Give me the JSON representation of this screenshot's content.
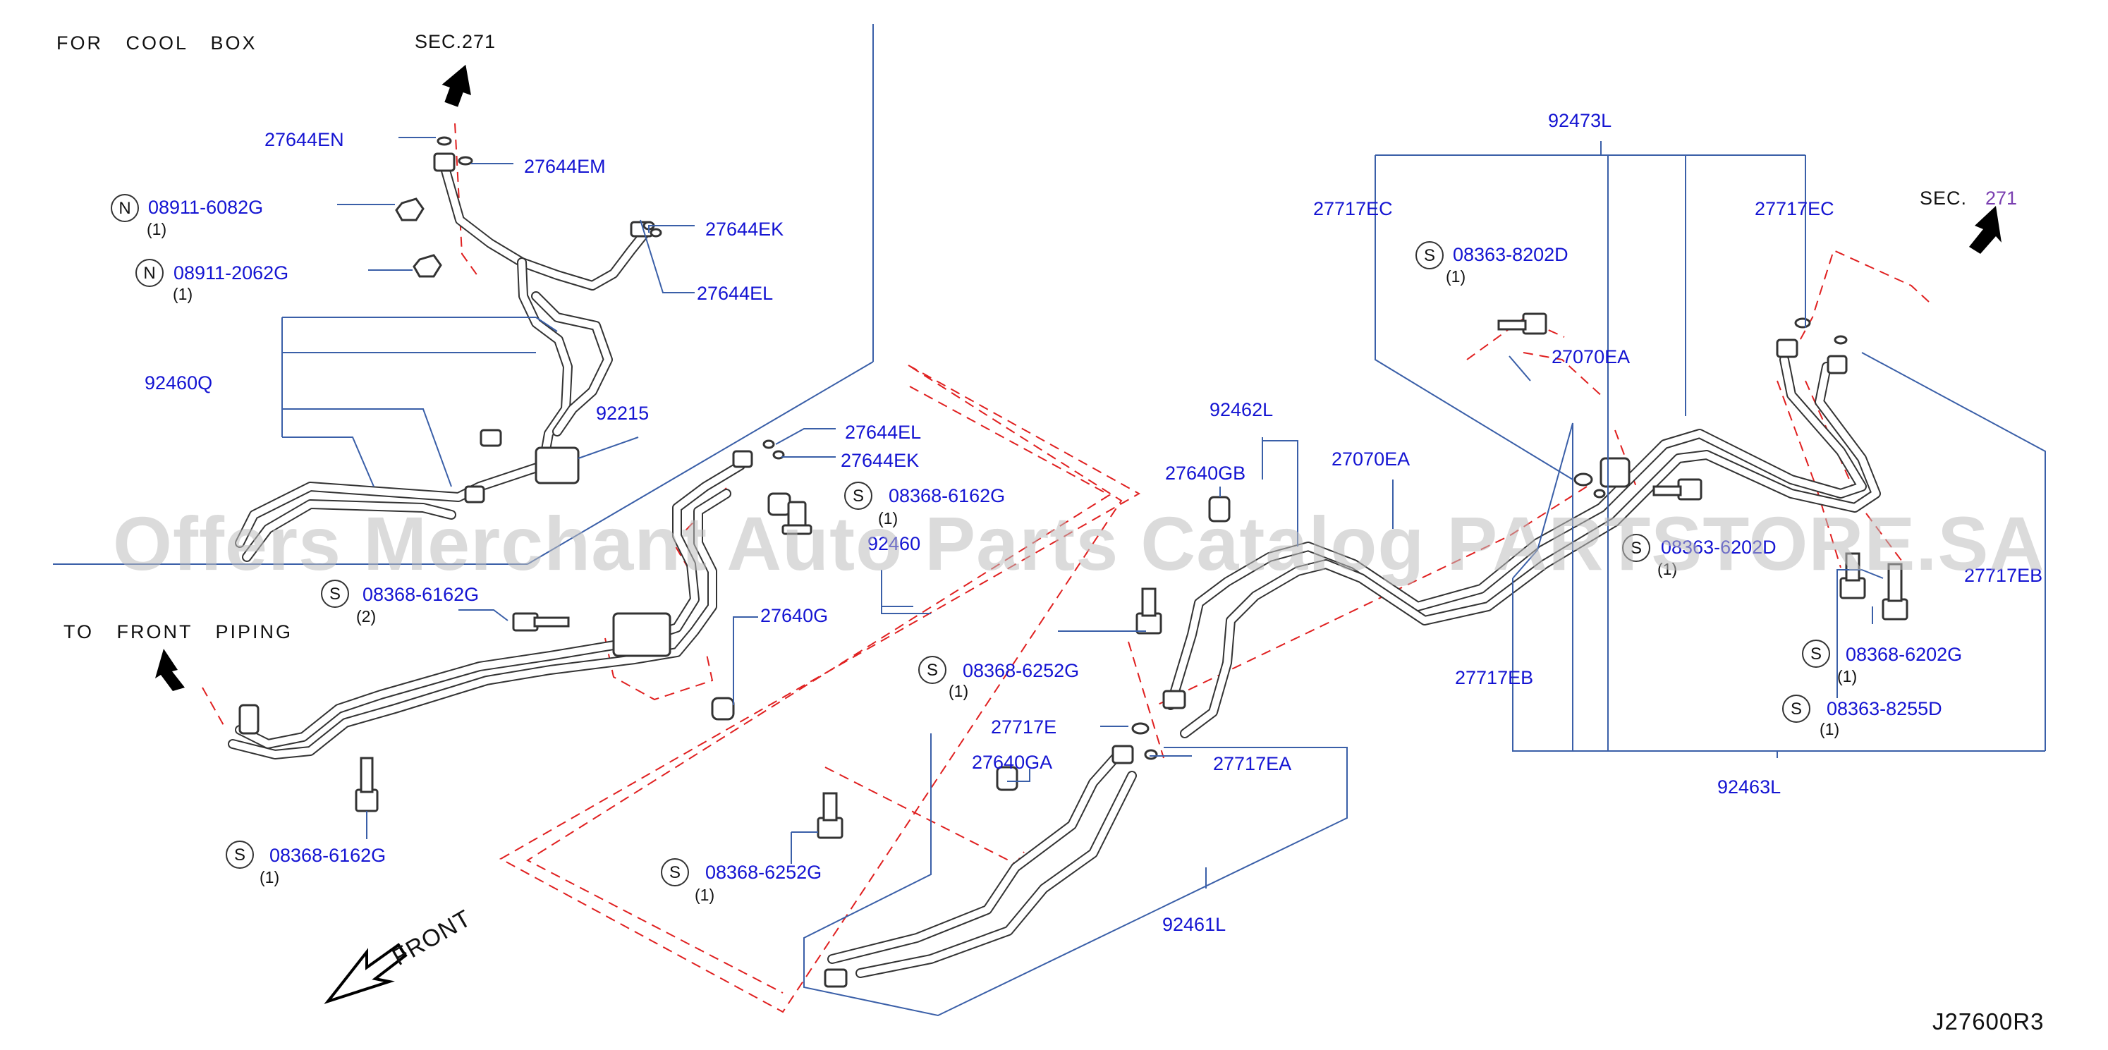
{
  "diagram": {
    "code": "J27600R3",
    "watermark": "Offers Merchant Auto Parts Catalog PARTSTORE.SA",
    "colors": {
      "label": "#1414d2",
      "leader": "#3a5fa8",
      "dash": "#e02020",
      "pipe": "#333333",
      "sec_num": "#7a3fb0"
    },
    "notes": {
      "cool_box": "FOR COOL BOX",
      "sec_left": "SEC.271",
      "to_front": "TO FRONT PIPING",
      "front": "FRONT",
      "sec_right_text": "SEC.",
      "sec_right_num": "271"
    },
    "labels": {
      "p27644EN": "27644EN",
      "p27644EM": "27644EM",
      "p08911_6082G": "08911-6082G",
      "p08911_2062G": "08911-2062G",
      "p27644EK_a": "27644EK",
      "p27644EL_a": "27644EL",
      "p92460Q": "92460Q",
      "p92215": "92215",
      "p27644EL_b": "27644EL",
      "p27644EK_b": "27644EK",
      "p08368_6162G_a": "08368-6162G",
      "p92460_part": "92460",
      "p08368_6162G_b": "08368-6162G",
      "p27640G": "27640G",
      "p08368_6162G_c": "08368-6162G",
      "p92462L": "92462L",
      "p27640GB": "27640GB",
      "p27070EA_a": "27070EA",
      "p08368_6252G_a": "08368-6252G",
      "p27717E": "27717E",
      "p27640GA": "27640GA",
      "p27717EA": "27717EA",
      "p08368_6252G_b": "08368-6252G",
      "p92461L": "92461L",
      "p92473L": "92473L",
      "p27717EC_a": "27717EC",
      "p08363_8202D_a": "08363-8202D",
      "p27070EA_b": "27070EA",
      "p27717EC_b": "27717EC",
      "p08363_6202D_partial": "08363-6202D",
      "p27717EB_a": "27717EB",
      "p27717EB_b": "27717EB",
      "p08368_6202G": "08368-6202G",
      "p08363_8255D": "08363-8255D",
      "p92463L": "92463L"
    },
    "qty": {
      "q6082G": "(1)",
      "q2062G": "(1)",
      "q6162G_a": "(1)",
      "q6162G_b": "(2)",
      "q6162G_c": "(1)",
      "q6252G_a": "(1)",
      "q6252G_b": "(1)",
      "q8202D": "(1)",
      "q6202D": "(1)",
      "q6202G": "(1)",
      "q8255D": "(1)"
    },
    "markers": {
      "nut": "N",
      "screw": "S"
    }
  }
}
